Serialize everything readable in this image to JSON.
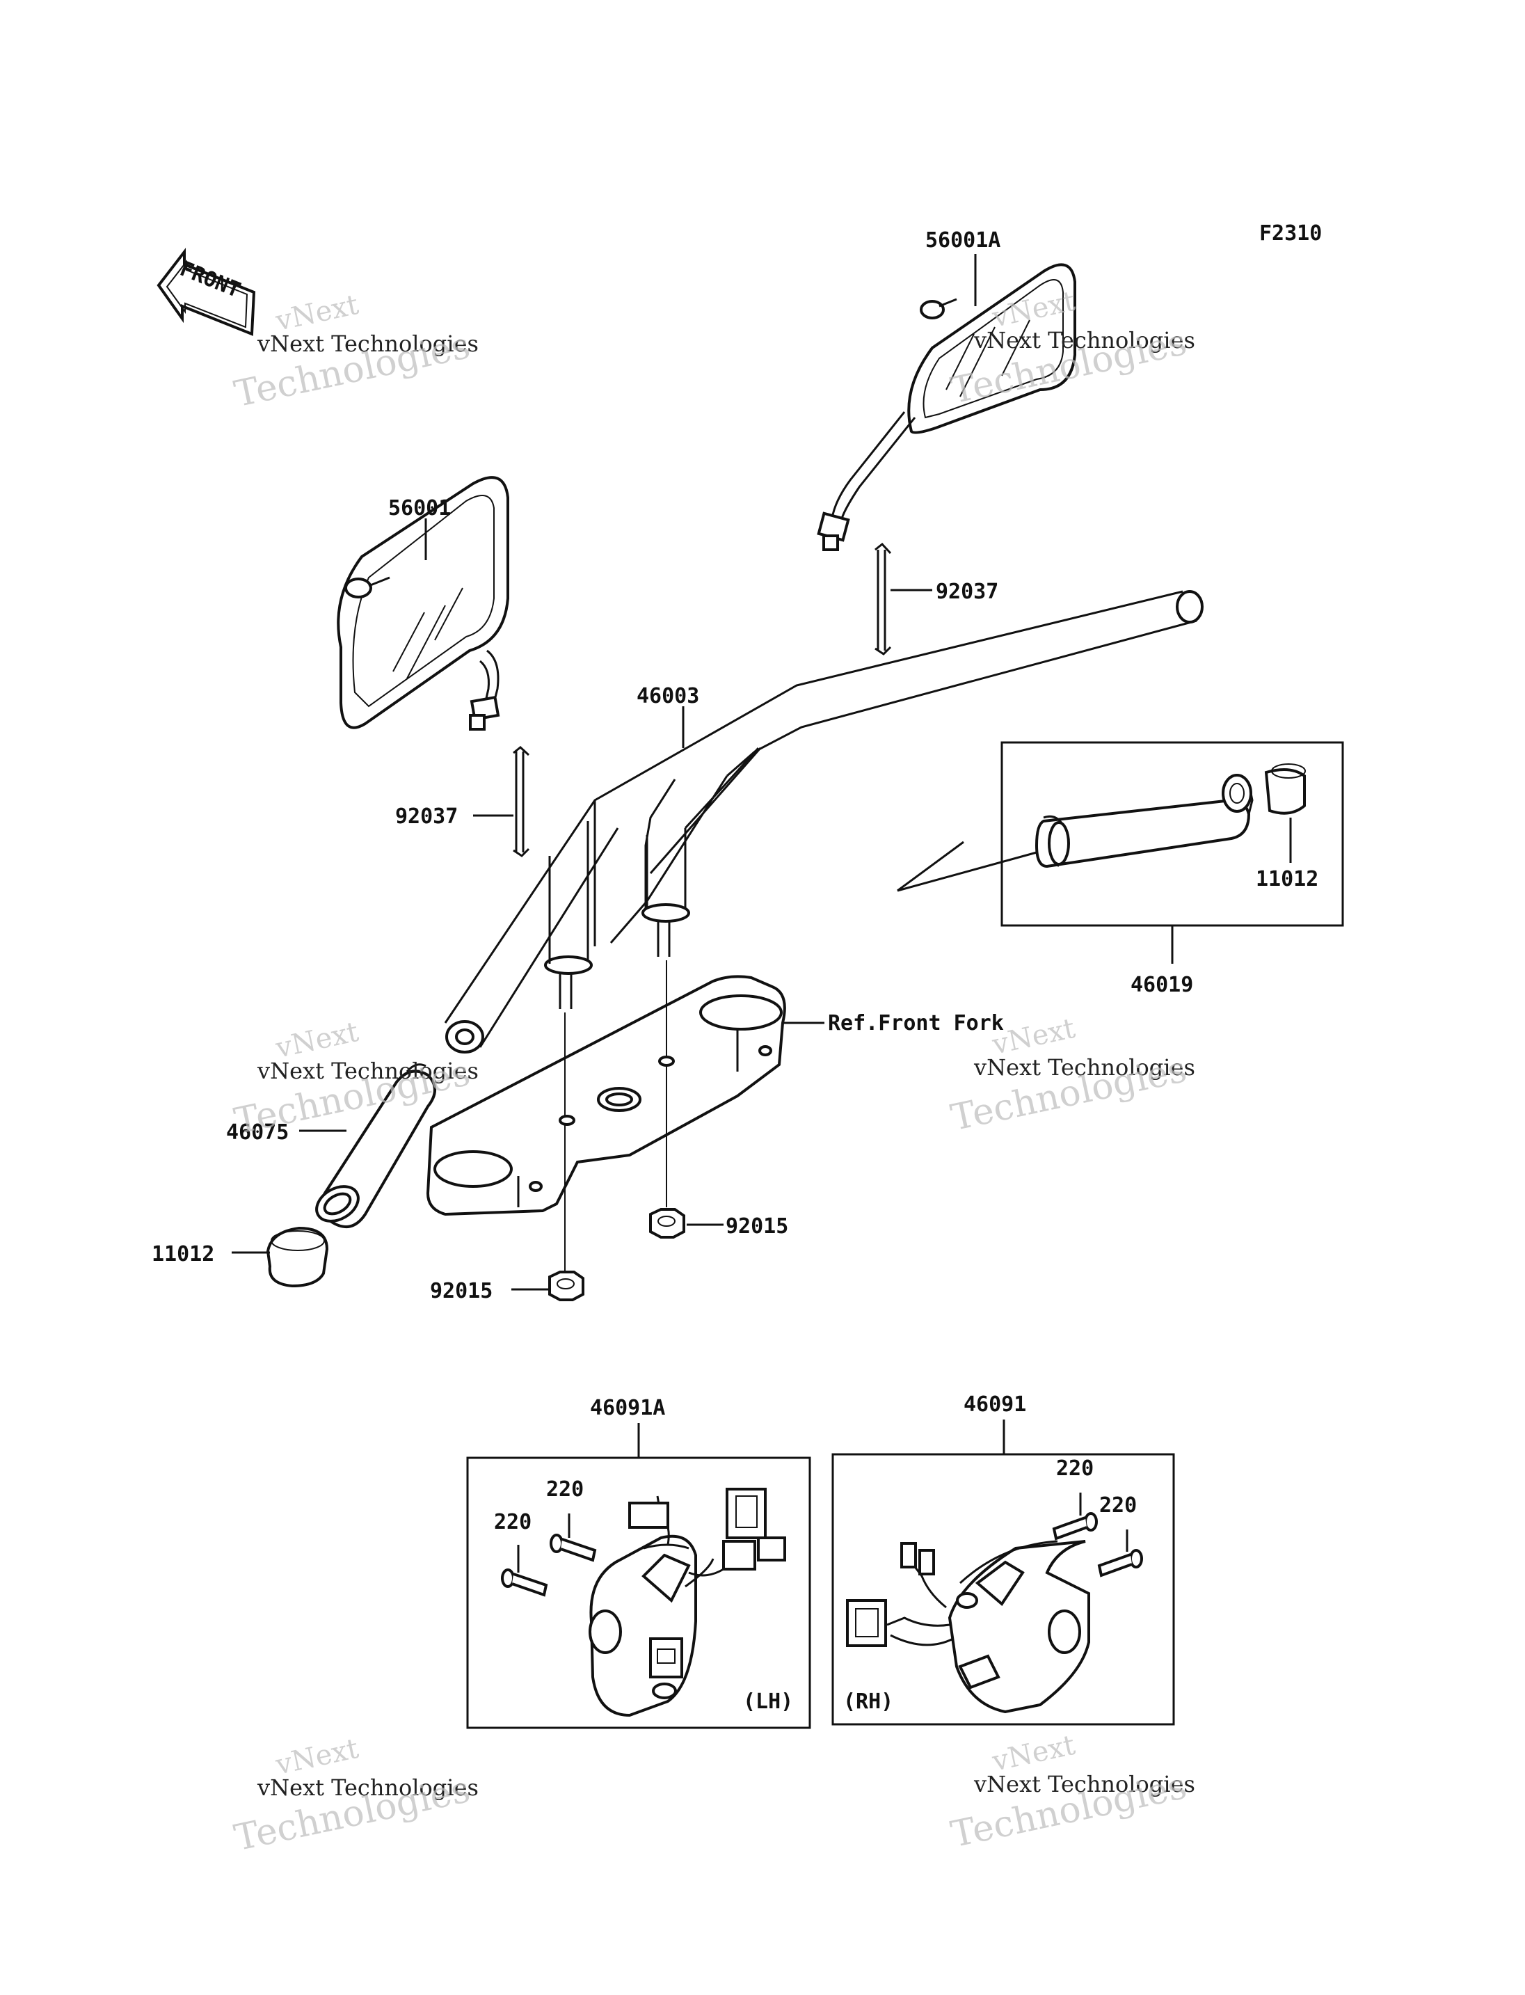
{
  "figure_code": "F2310",
  "front_label": "FRONT",
  "parts": {
    "mirror_left": "56001",
    "mirror_right": "56001A",
    "band_upper": "92037",
    "band_lower": "92037",
    "handlebar": "46003",
    "ref_front_fork": "Ref.Front Fork",
    "grip_left": "46075",
    "weight_left": "11012",
    "weight_right": "11012",
    "grip_assy_right": "46019",
    "nut_upper": "92015",
    "nut_lower": "92015",
    "switch_lh": "46091A",
    "switch_rh": "46091",
    "screw_lh_a": "220",
    "screw_lh_b": "220",
    "screw_rh_a": "220",
    "screw_rh_b": "220",
    "side_lh": "(LH)",
    "side_rh": "(RH)"
  },
  "watermarks": [
    {
      "line1": "vNext",
      "line2": "vNext Technologies",
      "line3": "Technologies"
    },
    {
      "line1": "vNext",
      "line2": "vNext Technologies",
      "line3": "Technologies"
    },
    {
      "line1": "vNext",
      "line2": "vNext Technologies",
      "line3": "Technologies"
    },
    {
      "line1": "vNext",
      "line2": "vNext Technologies",
      "line3": "Technologies"
    },
    {
      "line1": "vNext",
      "line2": "vNext Technologies",
      "line3": "Technologies"
    },
    {
      "line1": "vNext",
      "line2": "vNext Technologies",
      "line3": "Technologies"
    }
  ]
}
